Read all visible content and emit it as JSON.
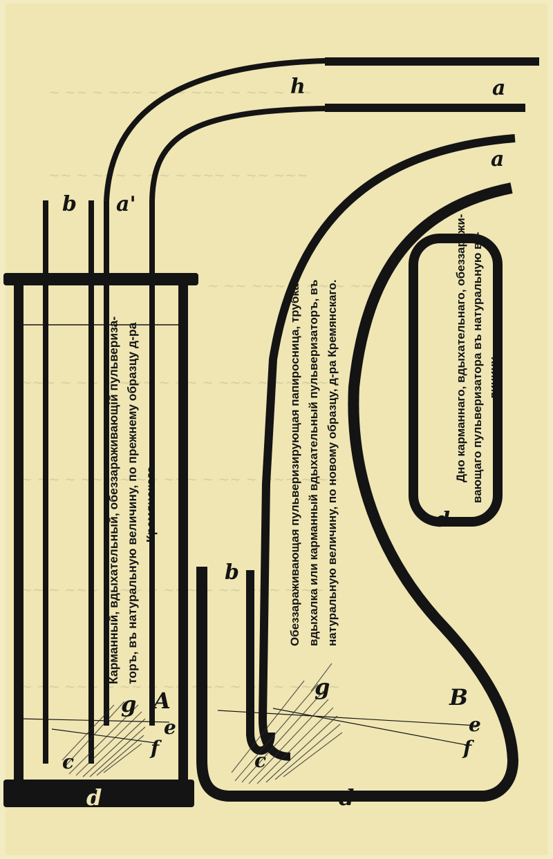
{
  "labels": {
    "h": "h",
    "a_top": "a",
    "a_mid": "a",
    "b_left": "b",
    "a_prime": "a'",
    "b_mid": "b",
    "d_letter": "d",
    "g_left": "g",
    "A": "A",
    "e_left": "e",
    "f_left": "f",
    "c_left": "c",
    "d_left": "d",
    "g_right": "g",
    "c_right": "c",
    "d_right": "d",
    "B": "B",
    "e_right": "e",
    "f_right": "f"
  },
  "captions": {
    "left": {
      "line1": "Карманный, вдыхательный, обеззараживающій пульвериза-",
      "line2": "торъ, въ натуральную величину, по прежнему образцу д-ра",
      "line3": "Кремянскаго."
    },
    "middle": {
      "line1": "Обеззараживающая пульверизирующая папиросница, трубка-",
      "line2": "вдыхалка или карманный вдыхательный пульверизаторъ, въ",
      "line3": "натуральную величину, по новому образцу, д-ра Кремянскаго."
    },
    "right": {
      "line1": "Дно карманнаго, вдыхательнаго, обеззаражи-",
      "line2": "вающаго пульверизатора въ натуральную ве-",
      "line3": "личину."
    }
  },
  "colors": {
    "paper": "#efe6b4",
    "ink": "#141414"
  }
}
